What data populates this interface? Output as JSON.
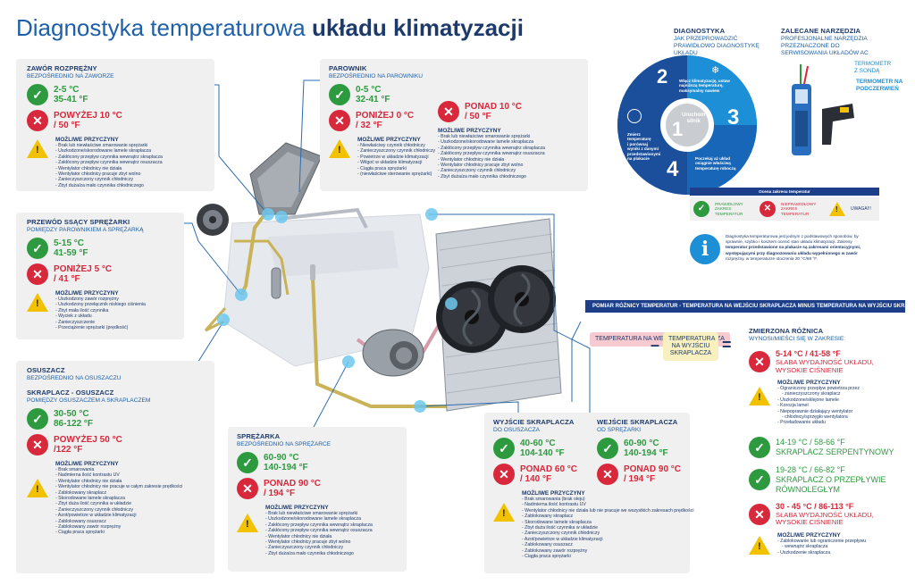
{
  "title": {
    "normal": "Diagnostyka temperaturowa ",
    "bold": "układu klimatyzacji"
  },
  "zawor": {
    "heading": "ZAWÓR ROZPRĘŻNY",
    "sub": "BEZPOŚREDNIO NA ZAWORZE",
    "ok_c": "2-5 °C",
    "ok_f": "35-41 °F",
    "bad_c": "POWYŻEJ 10 °C",
    "bad_f": "/ 50 °F",
    "causes_title": "MOŻLIWE PRZYCZYNY",
    "causes": [
      "Brak lub niewłaściwe smarowanie sprężarki",
      "Uszkodzone/skorodowane lamele skraplacza",
      "Zakłócony przepływ czynnika wewnątrz skraplacza",
      "Zakłócony przepływ czynnika wewnątrz osuszacza",
      "Wentylator chłodnicy nie działa",
      "Wentylator chłodnicy pracuje zbyt wolno",
      "Zanieczyszczony czynnik chłodniczy",
      "Zbyt duża/za mało czynnika chłodniczego"
    ]
  },
  "parownik": {
    "heading": "PAROWNIK",
    "sub": "BEZPOŚREDNIO NA PAROWNIKU",
    "ok_c": "0-5 °C",
    "ok_f": "32-41 °F",
    "low_c": "PONIŻEJ 0 °C",
    "low_f": "/ 32 °F",
    "high_c": "PONAD 10 °C",
    "high_f": "/ 50 °F",
    "causes_title": "MOŻLIWE PRZYCZYNY",
    "causes_low": [
      "Niewłaściwy czynnik chłodniczy",
      "Zanieczyszczony czynnik chłodniczy",
      "Powietrze w układzie klimatyzacji",
      "Wilgoć w układzie klimatyzacji",
      "Ciągła praca sprężarki",
      "(niewłaściwe sterowanie sprężarki)"
    ],
    "causes_high": [
      "Brak lub niewłaściwe smarowanie sprężarki",
      "Uszkodzone/skorodowane lamele skraplacza",
      "Zakłócony przepływ czynnika wewnątrz skraplacza",
      "Zakłócony przepływ czynnika wewnątrz osuszacza",
      "Wentylator chłodnicy nie działa",
      "Wentylator chłodnicy pracuje zbyt wolno",
      "Zanieczyszczony czynnik chłodniczy",
      "Zbyt duża/za mało czynnika chłodniczego"
    ]
  },
  "przewod": {
    "heading": "PRZEWÓD SSĄCY SPRĘŻARKI",
    "sub": "POMIĘDZY PAROWNIKIEM A SPRĘŻARKĄ",
    "ok_c": "5-15 °C",
    "ok_f": "41-59 °F",
    "bad_c": "PONIŻEJ 5 °C",
    "bad_f": "/ 41 °F",
    "causes_title": "MOŻLIWE PRZYCZYNY",
    "causes": [
      "Uszkodzony zawór rozprężny",
      "Uszkodzony przełącznik niskiego ciśnienia",
      "Zbyt mała ilość czynnika",
      "Wyciek z układu",
      "Zanieczyszczenie",
      "Przeciążenie sprężarki (prędkość)"
    ]
  },
  "osuszacz": {
    "heading": "OSUSZACZ",
    "sub": "BEZPOŚREDNIO NA OSUSZACZU",
    "heading2": "SKRAPLACZ - OSUSZACZ",
    "sub2": "POMIĘDZY OSUSZACZEM A SKRAPLACZEM",
    "ok_c": "30-50 °C",
    "ok_f": "86-122 °F",
    "bad_c": "POWYŻEJ 50 °C",
    "bad_f": "/122 °F",
    "causes_title": "MOŻLIWE PRZYCZYNY",
    "causes": [
      "Brak smarowania",
      "Nadmierna ilość kontrastu UV",
      "Wentylator chłodnicy nie działa",
      "Wentylator chłodnicy nie pracuje w całym zakresie prędkości",
      "Zablokowany skraplacz",
      "Skorodowane lamele skraplacza",
      "Zbyt duża ilość czynnika w układzie",
      "Zanieczyszczony czynnik chłodniczy",
      "Azot/powietrze w układzie klimatyzacji",
      "Zablokowany osuszacz",
      "Zablokowany zawór rozprężny",
      "Ciągła praca sprężarki"
    ]
  },
  "sprezarka": {
    "heading": "SPRĘŻARKA",
    "sub": "BEZPOŚREDNIO NA SPRĘŻARCE",
    "ok_c": "60-90 °C",
    "ok_f": "140-194 °F",
    "bad_c": "PONAD 90 °C",
    "bad_f": "/ 194 °F",
    "causes_title": "MOŻLIWE PRZYCZYNY",
    "causes": [
      "Brak lub niewłaściwe smarowanie sprężarki",
      "Uszkodzone/skorodowane lamele skraplacza",
      "Zakłócony przepływ czynnika wewnątrz skraplacza",
      "Zakłócony przepływ czynnika wewnątrz osuszacza",
      "Wentylator chłodnicy nie działa",
      "Wentylator chłodnicy pracuje zbyt wolno",
      "Zanieczyszczony czynnik chłodniczy",
      "Zbyt duża/za mało czynnika chłodniczego"
    ]
  },
  "wyjscie": {
    "heading": "WYJŚCIE SKRAPLACZA",
    "sub": "DO OSUSZACZA",
    "ok_c": "40-60 °C",
    "ok_f": "104-140 °F",
    "bad_c": "PONAD 60 °C",
    "bad_f": "/ 140 °F",
    "causes_title": "MOŻLIWE PRZYCZYNY",
    "causes": [
      "Brak smarowania (brak oleju)",
      "Nadmierna ilość kontrastu UV",
      "Wentylator chłodnicy nie działa lub nie pracuje we wszystkich zakresach prędkości",
      "Zablokowany skraplacz",
      "Skorodowane lamele skraplacza",
      "Zbyt duża ilość czynnika w układzie",
      "Zanieczyszczony czynnik chłodniczy",
      "Azot/powietrze w układzie klimatyzacji",
      "Zablokowany osuszacz",
      "Zablokowany zawór rozprężny",
      "Ciągła praca sprężarki"
    ]
  },
  "wejscie": {
    "heading": "WEJŚCIE SKRAPLACZA",
    "sub": "OD SPRĘŻARKI",
    "ok_c": "60-90 °C",
    "ok_f": "140-194 °F",
    "bad_c": "PONAD 90 °C",
    "bad_f": "/ 194 °F"
  },
  "pomiar": {
    "bar": "POMIAR RÓŻNICY TEMPERATUR - TEMPERATURA NA WEJŚCIU SKRAPLACZA MINUS TEMPERATURA NA WYJŚCIU SKRAPLACZA",
    "left": "TEMPERATURA NA WEJŚCIU SKRAPLACZA",
    "right": "TEMPERATURA NA WYJŚCIU SKRAPLACZA",
    "minus": "–",
    "equals": "="
  },
  "roznica": {
    "heading": "ZMIERZONA RÓŻNICA",
    "sub": "WYNOSI/MIEŚCI SIĘ W ZAKRESIE:",
    "r1_val": "5-14 °C / 41-58 °F",
    "r1_desc1": "SŁABA WYDAJNOŚĆ UKŁADU,",
    "r1_desc2": "WYSOKIE CIŚNIENIE",
    "causes_title": "MOŻLIWE PRZYCZYNY",
    "causes1": [
      "Ograniczony przepływ powietrza przez",
      "zanieczyszczony skraplacz",
      "Uszkodzone/sklejone lamele",
      "Korozja lamel",
      "Niepoprawnie działający wentylator",
      "chłodnicy/sprzęgło wentylatora",
      "Przeładowanie układu"
    ],
    "r2": "14-19 °C / 58-66 °F",
    "r2_desc": "SKRAPLACZ SERPENTYNOWY",
    "r3": "19-28 °C / 66-82 °F",
    "r3_desc1": "SKRAPLACZ O PRZEPŁYWIE",
    "r3_desc2": "RÓWNOLEGŁYM",
    "r4_val": "30 - 45 °C / 86-113 °F",
    "r4_desc1": "SŁABA WYDAJNOŚĆ UKŁADU,",
    "r4_desc2": "WYSOKIE CIŚNIENIE",
    "causes4": [
      "Zablokowanie lub ograniczenie przepływu",
      "wewnątrz skraplacza",
      "Uszkodzenie skraplacza"
    ]
  },
  "diag": {
    "heading": "DIAGNOSTYKA",
    "lines": [
      "JAK PRZEPROWADZIĆ",
      "PRAWIDŁOWO DIAGNOSTYKĘ",
      "UKŁADU"
    ],
    "center1": "Uruchom",
    "center2": "silnik",
    "n1": "1",
    "n2": "2",
    "n3": "3",
    "n4": "4",
    "step2": [
      "Włącz klimatyzację, ustaw",
      "najniższą temperaturę,",
      "maksymalny nawiew"
    ],
    "step3": [
      "Zmierz",
      "temperaturę",
      "i porównaj",
      "wyniki z danymi",
      "przedstawionymi",
      "na plakacie"
    ],
    "step4": [
      "Poczekaj aż układ",
      "osiągnie właściwą",
      "temperaturę roboczą"
    ],
    "legend_title": "Ocena zakresu temperatur",
    "legend_ok": "PRAWIDŁOWY ZAKRES TEMPERATUR",
    "legend_bad": "NIEPRAWIDŁOWY ZAKRES TEMPERATUR",
    "legend_warn": "UWAGA!!!"
  },
  "tools": {
    "heading": "ZALECANE NARZĘDZIA",
    "lines": [
      "PROFESJONALNE NARZĘDZIA",
      "PRZEZNACZONE DO",
      "SERWISOWANIA UKŁADÓW AC"
    ],
    "t1": "TERMOMETR",
    "t1b": "Z SONDĄ",
    "t2": "TERMOMETR NA",
    "t2b": "PODCZERWIEŃ"
  },
  "info": {
    "icon": "i",
    "lines": [
      "Diagnostyka temperaturowa jest jednym z podstawowych sposobów, by",
      "sprawnie, szybko i kosztem ocenić stan układu klimatyzacji. Zakresy",
      "temperatur przedstawione na plakacie są zakresami orientacyjnymi,",
      "występującymi przy diagnozowaniu układu wypełnionego w zawór",
      "rozprężny, w temperaturze otoczenia 20 °C/68 °F."
    ]
  },
  "colors": {
    "blue": "#1d5fa8",
    "navy": "#1d3a6b",
    "green": "#2d9a3f",
    "red": "#d8283b",
    "yellow": "#f2c200"
  }
}
